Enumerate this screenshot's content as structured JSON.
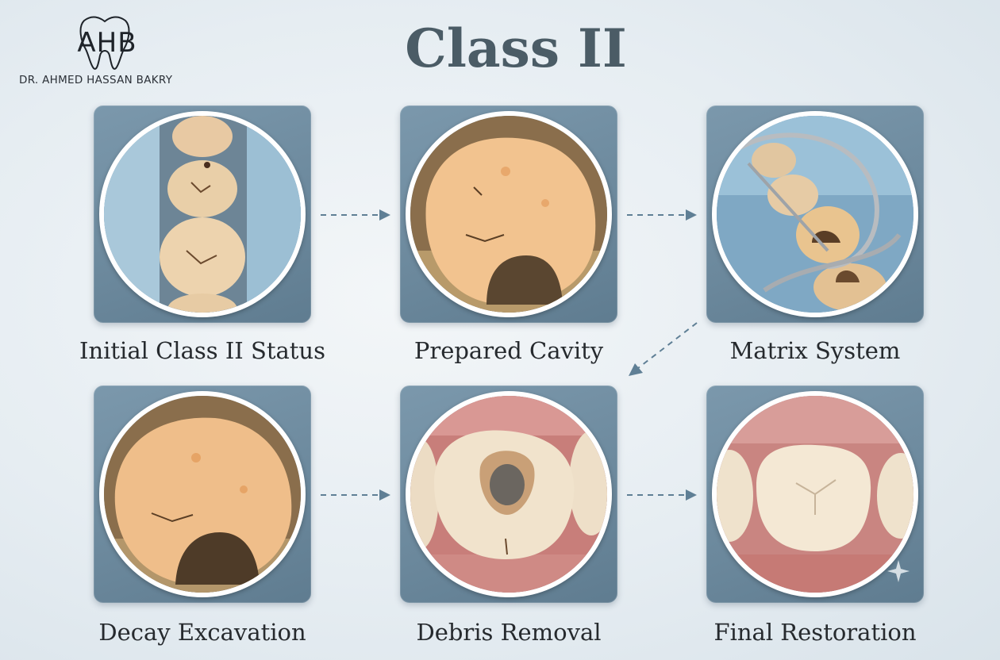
{
  "logo": {
    "monogram": "AHB",
    "name": "DR. AHMED HASSAN BAKRY"
  },
  "title": "Class II",
  "steps": [
    {
      "label": "Initial Class II Status",
      "image": "molars-with-decay-image"
    },
    {
      "label": "Prepared Cavity",
      "image": "prepared-cavity-image"
    },
    {
      "label": "Matrix System",
      "image": "matrix-band-image"
    },
    {
      "label": "Decay Excavation",
      "image": "decay-excavation-image"
    },
    {
      "label": "Debris Removal",
      "image": "clean-cavity-image"
    },
    {
      "label": "Final Restoration",
      "image": "restored-molar-image"
    }
  ],
  "colors": {
    "card": "#6f8da1",
    "arrow": "#5f7f95",
    "title": "#4b5c66",
    "logo_accent": "#c9a24a"
  }
}
